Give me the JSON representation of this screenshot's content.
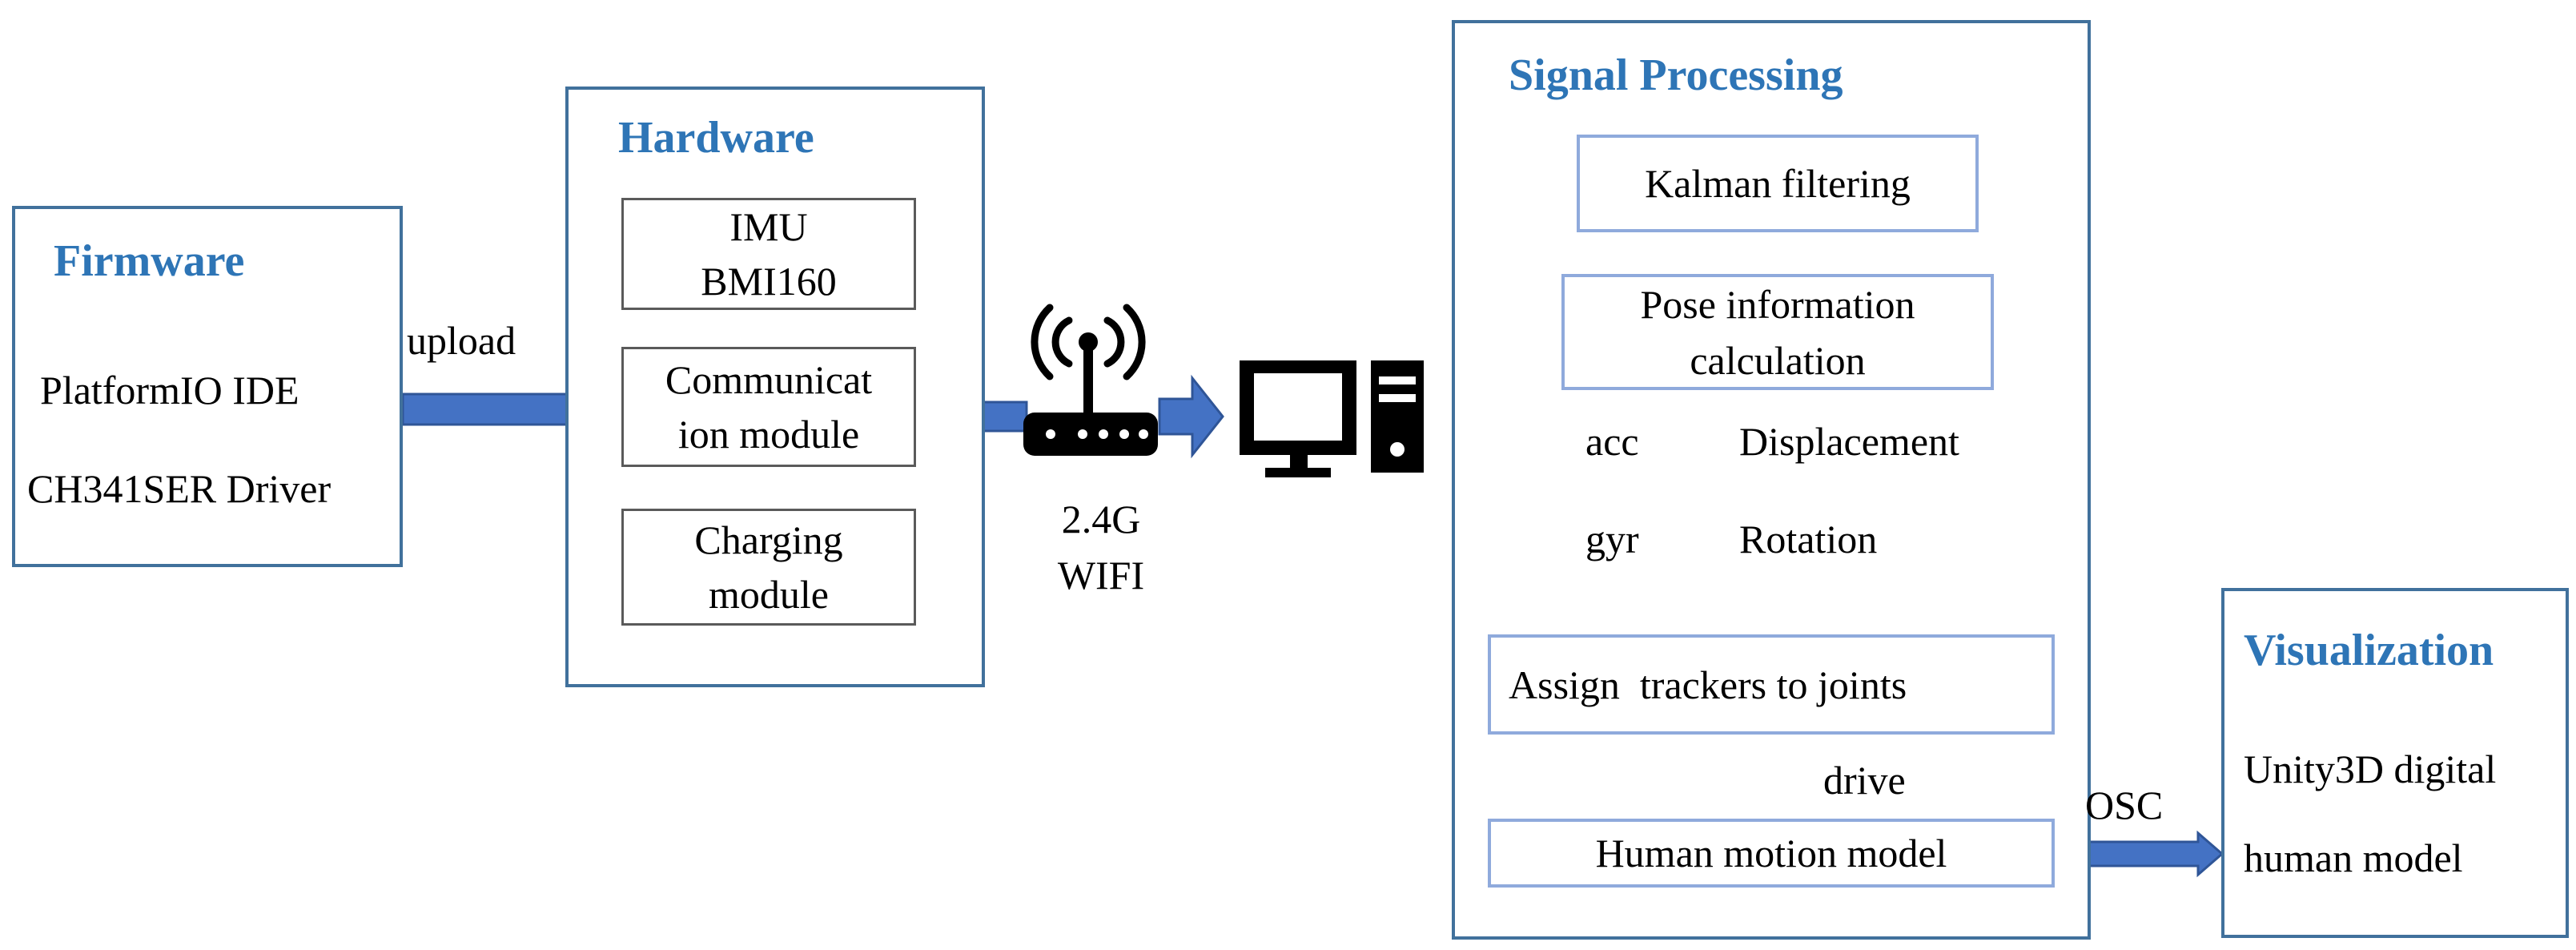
{
  "firmware": {
    "title": "Firmware",
    "items": [
      "PlatformIO IDE",
      "CH341SER Driver"
    ]
  },
  "upload_label": "upload",
  "hardware": {
    "title": "Hardware",
    "modules": [
      {
        "line1": "IMU",
        "line2": "BMI160"
      },
      {
        "line1": "Communicat",
        "line2": "ion module"
      },
      {
        "line1": "Charging",
        "line2": "module"
      }
    ]
  },
  "wireless": {
    "line1": "2.4G",
    "line2": "WIFI"
  },
  "icons": [
    "wifi-router-icon",
    "desktop-computer-icon"
  ],
  "signal_processing": {
    "title": "Signal Processing",
    "kalman": "Kalman filtering",
    "pose": {
      "line1": "Pose information",
      "line2": "calculation"
    },
    "mappings": [
      {
        "from": "acc",
        "to": "Displacement"
      },
      {
        "from": "gyr",
        "to": "Rotation"
      }
    ],
    "assign": "Assign  trackers to joints",
    "drive_label": "drive",
    "human_model": "Human motion model"
  },
  "osc_label": "OSC",
  "visualization": {
    "title": "Visualization",
    "line1": "Unity3D digital",
    "line2": "human model"
  },
  "colors": {
    "panel_border": "#41719c",
    "title": "#2e75b6",
    "arrow_fill": "#4472c4",
    "inner_border": "#8faadc",
    "teal_border": "#17a2b8"
  }
}
